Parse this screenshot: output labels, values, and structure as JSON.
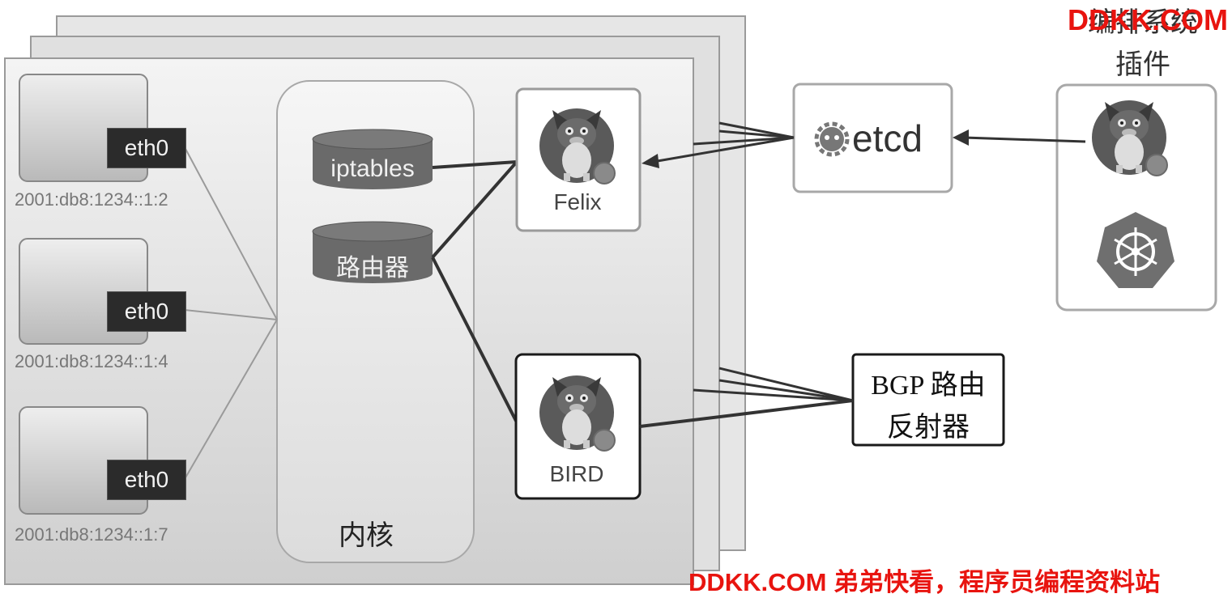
{
  "hosts": [
    {
      "iface": "eth0",
      "ip": "2001:db8:1234::1:2"
    },
    {
      "iface": "eth0",
      "ip": "2001:db8:1234::1:4"
    },
    {
      "iface": "eth0",
      "ip": "2001:db8:1234::1:7"
    }
  ],
  "kernel": {
    "label": "内核",
    "iptables": "iptables",
    "router": "路由器"
  },
  "agents": {
    "felix": "Felix",
    "bird": "BIRD"
  },
  "etcd": {
    "label": "etcd"
  },
  "orchestrator": {
    "title_line1": "编排系统",
    "title_line2": "插件"
  },
  "bgp_reflector": {
    "line1": "BGP 路由",
    "line2": "反射器"
  },
  "watermark": {
    "top": "DDKK.COM",
    "bottom": "DDKK.COM 弟弟快看，程序员编程资料站"
  },
  "colors": {
    "panel_dark": "#2b2b2b",
    "watermark": "#e8140f",
    "cylinder": "#6a6a6a"
  }
}
